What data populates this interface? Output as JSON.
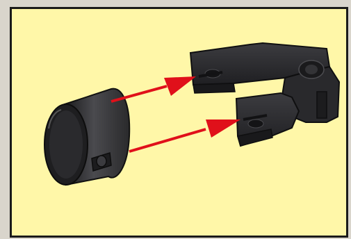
{
  "diagram": {
    "panel_color": "#fff7a8",
    "part_color": "#2e2e30",
    "arrow_color": "#e0101a",
    "parts": [
      {
        "name": "cylindrical-collar",
        "icon": "collar-icon"
      },
      {
        "name": "forked-bracket",
        "icon": "fork-bracket-icon"
      }
    ],
    "arrows": [
      {
        "name": "upper-assembly-arrow"
      },
      {
        "name": "lower-assembly-arrow"
      }
    ]
  }
}
